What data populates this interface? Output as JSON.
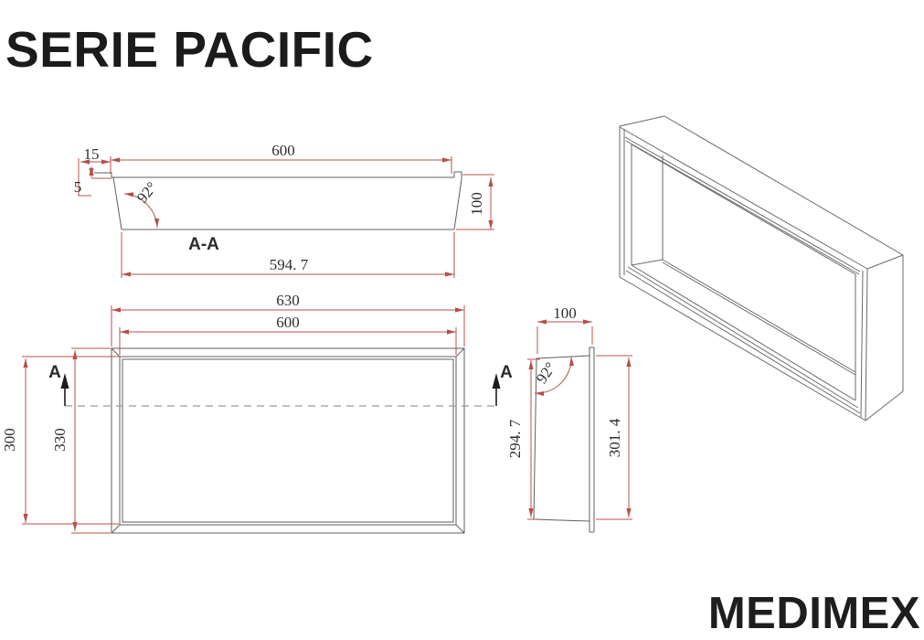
{
  "title": "SERIE PACIFIC",
  "brand": "MEDIMEX",
  "colors": {
    "line": "#5f5f5f",
    "dimension": "#b5504a",
    "dim_text": "#2e2e2e",
    "title_text": "#1b1b1b"
  },
  "views": {
    "section": {
      "label": "A-A",
      "dim_inner_width": "600",
      "dim_flange": "15",
      "dim_flange_step": "5",
      "dim_wall_angle": "92°",
      "dim_depth": "100",
      "dim_back_width": "594. 7"
    },
    "front": {
      "cut_marker_left": "A",
      "cut_marker_right": "A",
      "dim_outer_width": "630",
      "dim_inner_width": "600",
      "dim_outer_height": "330",
      "dim_inner_height": "300"
    },
    "side": {
      "dim_depth": "100",
      "dim_wall_angle": "92°",
      "dim_back_height": "294. 7",
      "dim_front_height": "301. 4"
    }
  }
}
